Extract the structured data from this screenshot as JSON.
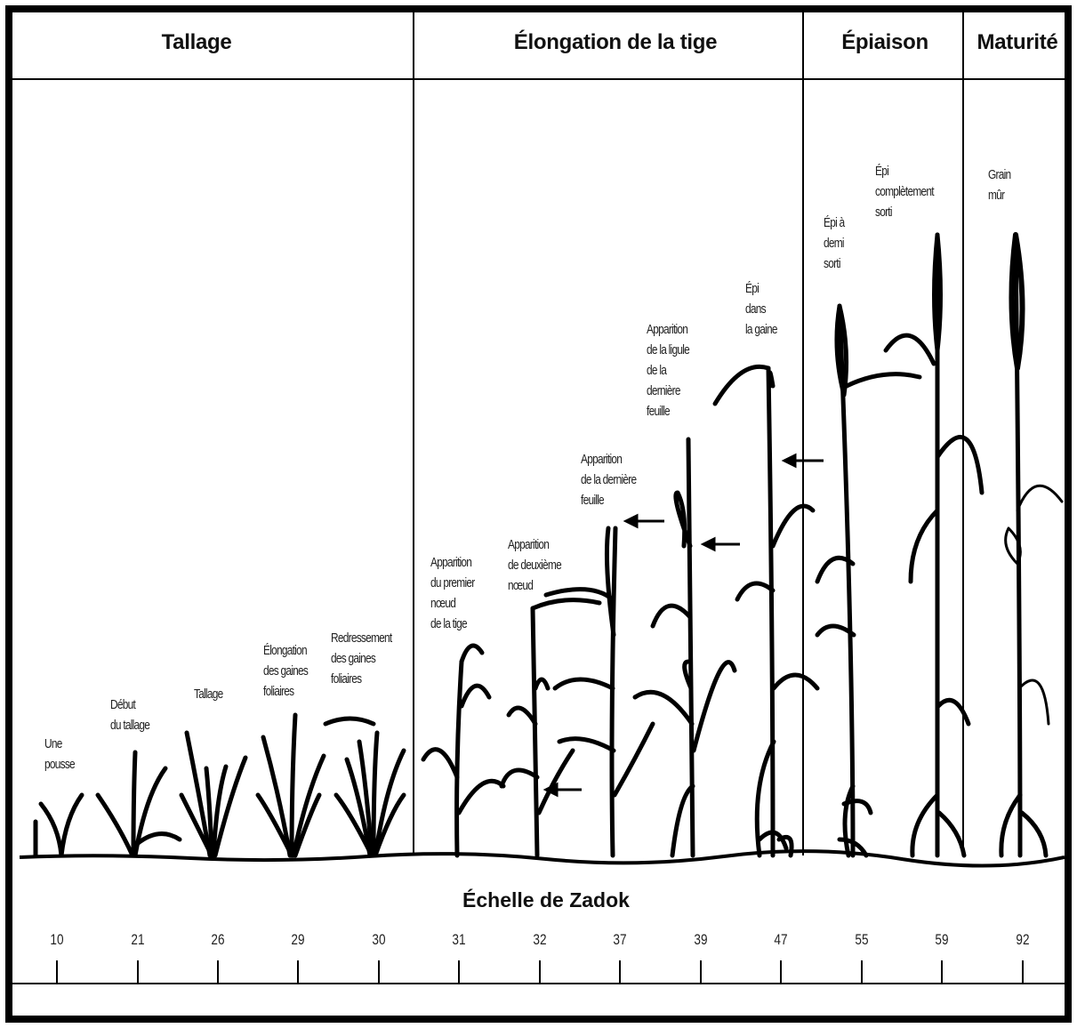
{
  "stages": [
    {
      "id": "tallage",
      "title": "Tallage"
    },
    {
      "id": "elongation",
      "title": "Élongation de la tige"
    },
    {
      "id": "epiaison",
      "title": "Épiaison"
    },
    {
      "id": "maturite",
      "title": "Maturité"
    }
  ],
  "growth_labels": [
    {
      "id": "une-pousse",
      "text": "Une\npousse"
    },
    {
      "id": "debut-tallage",
      "text": "Début\ndu tallage"
    },
    {
      "id": "tallage",
      "text": "Tallage"
    },
    {
      "id": "elongation-gaines",
      "text": "Élongation\ndes gaines\nfoliaires"
    },
    {
      "id": "redressement-gaines",
      "text": "Redressement\ndes gaines\nfoliaires"
    },
    {
      "id": "premier-noeud",
      "text": "Apparition\ndu premier\nnœud\nde la tige"
    },
    {
      "id": "deuxieme-noeud",
      "text": "Apparition\nde deuxième\nnœud"
    },
    {
      "id": "derniere-feuille",
      "text": "Apparition\nde la dernière\nfeuille"
    },
    {
      "id": "ligule-derniere-feuille",
      "text": "Apparition\nde la ligule\nde la\ndernière\nfeuille"
    },
    {
      "id": "epi-dans-gaine",
      "text": "Épi\ndans\nla gaine"
    },
    {
      "id": "epi-demi-sorti",
      "text": "Épi à\ndemi\nsorti"
    },
    {
      "id": "epi-completement-sorti",
      "text": "Épi\ncomplètement\nsorti"
    },
    {
      "id": "grain-mur",
      "text": "Grain\nmûr"
    }
  ],
  "scale": {
    "title": "Échelle de Zadok",
    "ticks": [
      "10",
      "21",
      "26",
      "29",
      "30",
      "31",
      "32",
      "37",
      "39",
      "47",
      "55",
      "59",
      "92"
    ]
  },
  "colors": {
    "ink": "#000000",
    "background": "#ffffff"
  }
}
